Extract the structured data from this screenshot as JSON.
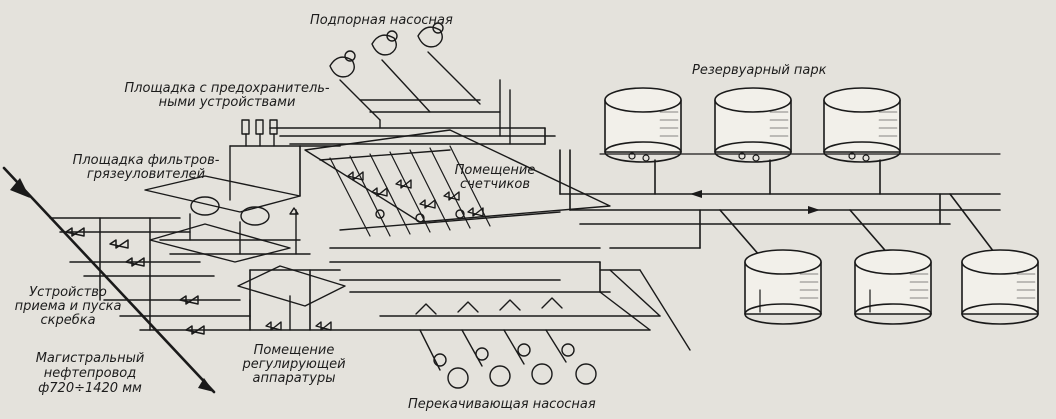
{
  "labels": {
    "booster_pumps": "Подпорная насосная",
    "safety_devices_1": "Площадка с предохранитель-",
    "safety_devices_2": "ными устройствами",
    "filter_site_1": "Площадка фильтров-",
    "filter_site_2": "грязеуловителей",
    "meter_room_1": "Помещение",
    "meter_room_2": "счетчиков",
    "tank_farm": "Резервуарный парк",
    "pig_device_1": "Устройство",
    "pig_device_2": "приема и пуска",
    "pig_device_3": "скребка",
    "main_pipeline_1": "Магистральный",
    "main_pipeline_2": "нефтепровод",
    "main_pipeline_3": "ф720÷1420 мм",
    "regulating_room_1": "Помещение",
    "regulating_room_2": "регулирующей",
    "regulating_room_3": "аппаратуры",
    "transfer_pumps": "Перекачивающая насосная"
  },
  "colors": {
    "line": "#1a1a1a",
    "background": "#e4e2dc",
    "tank_fill": "#f2f0ea"
  }
}
